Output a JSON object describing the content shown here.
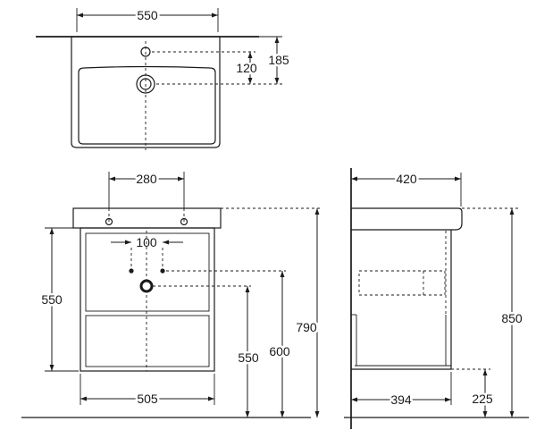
{
  "colors": {
    "line": "#1a1a1a",
    "background": "#ffffff"
  },
  "top_view": {
    "width": "550",
    "drain_offset_from_wall": "185",
    "drain_offset_from_tap": "120"
  },
  "front_view": {
    "tap_hole_spacing": "280",
    "supply_spacing": "100",
    "cabinet_height": "550",
    "drain_height": "550",
    "supply_height": "600",
    "overall_height": "790",
    "cabinet_width": "505"
  },
  "side_view": {
    "basin_depth": "420",
    "cabinet_depth": "394",
    "floor_clearance": "225",
    "overall_height": "850"
  }
}
